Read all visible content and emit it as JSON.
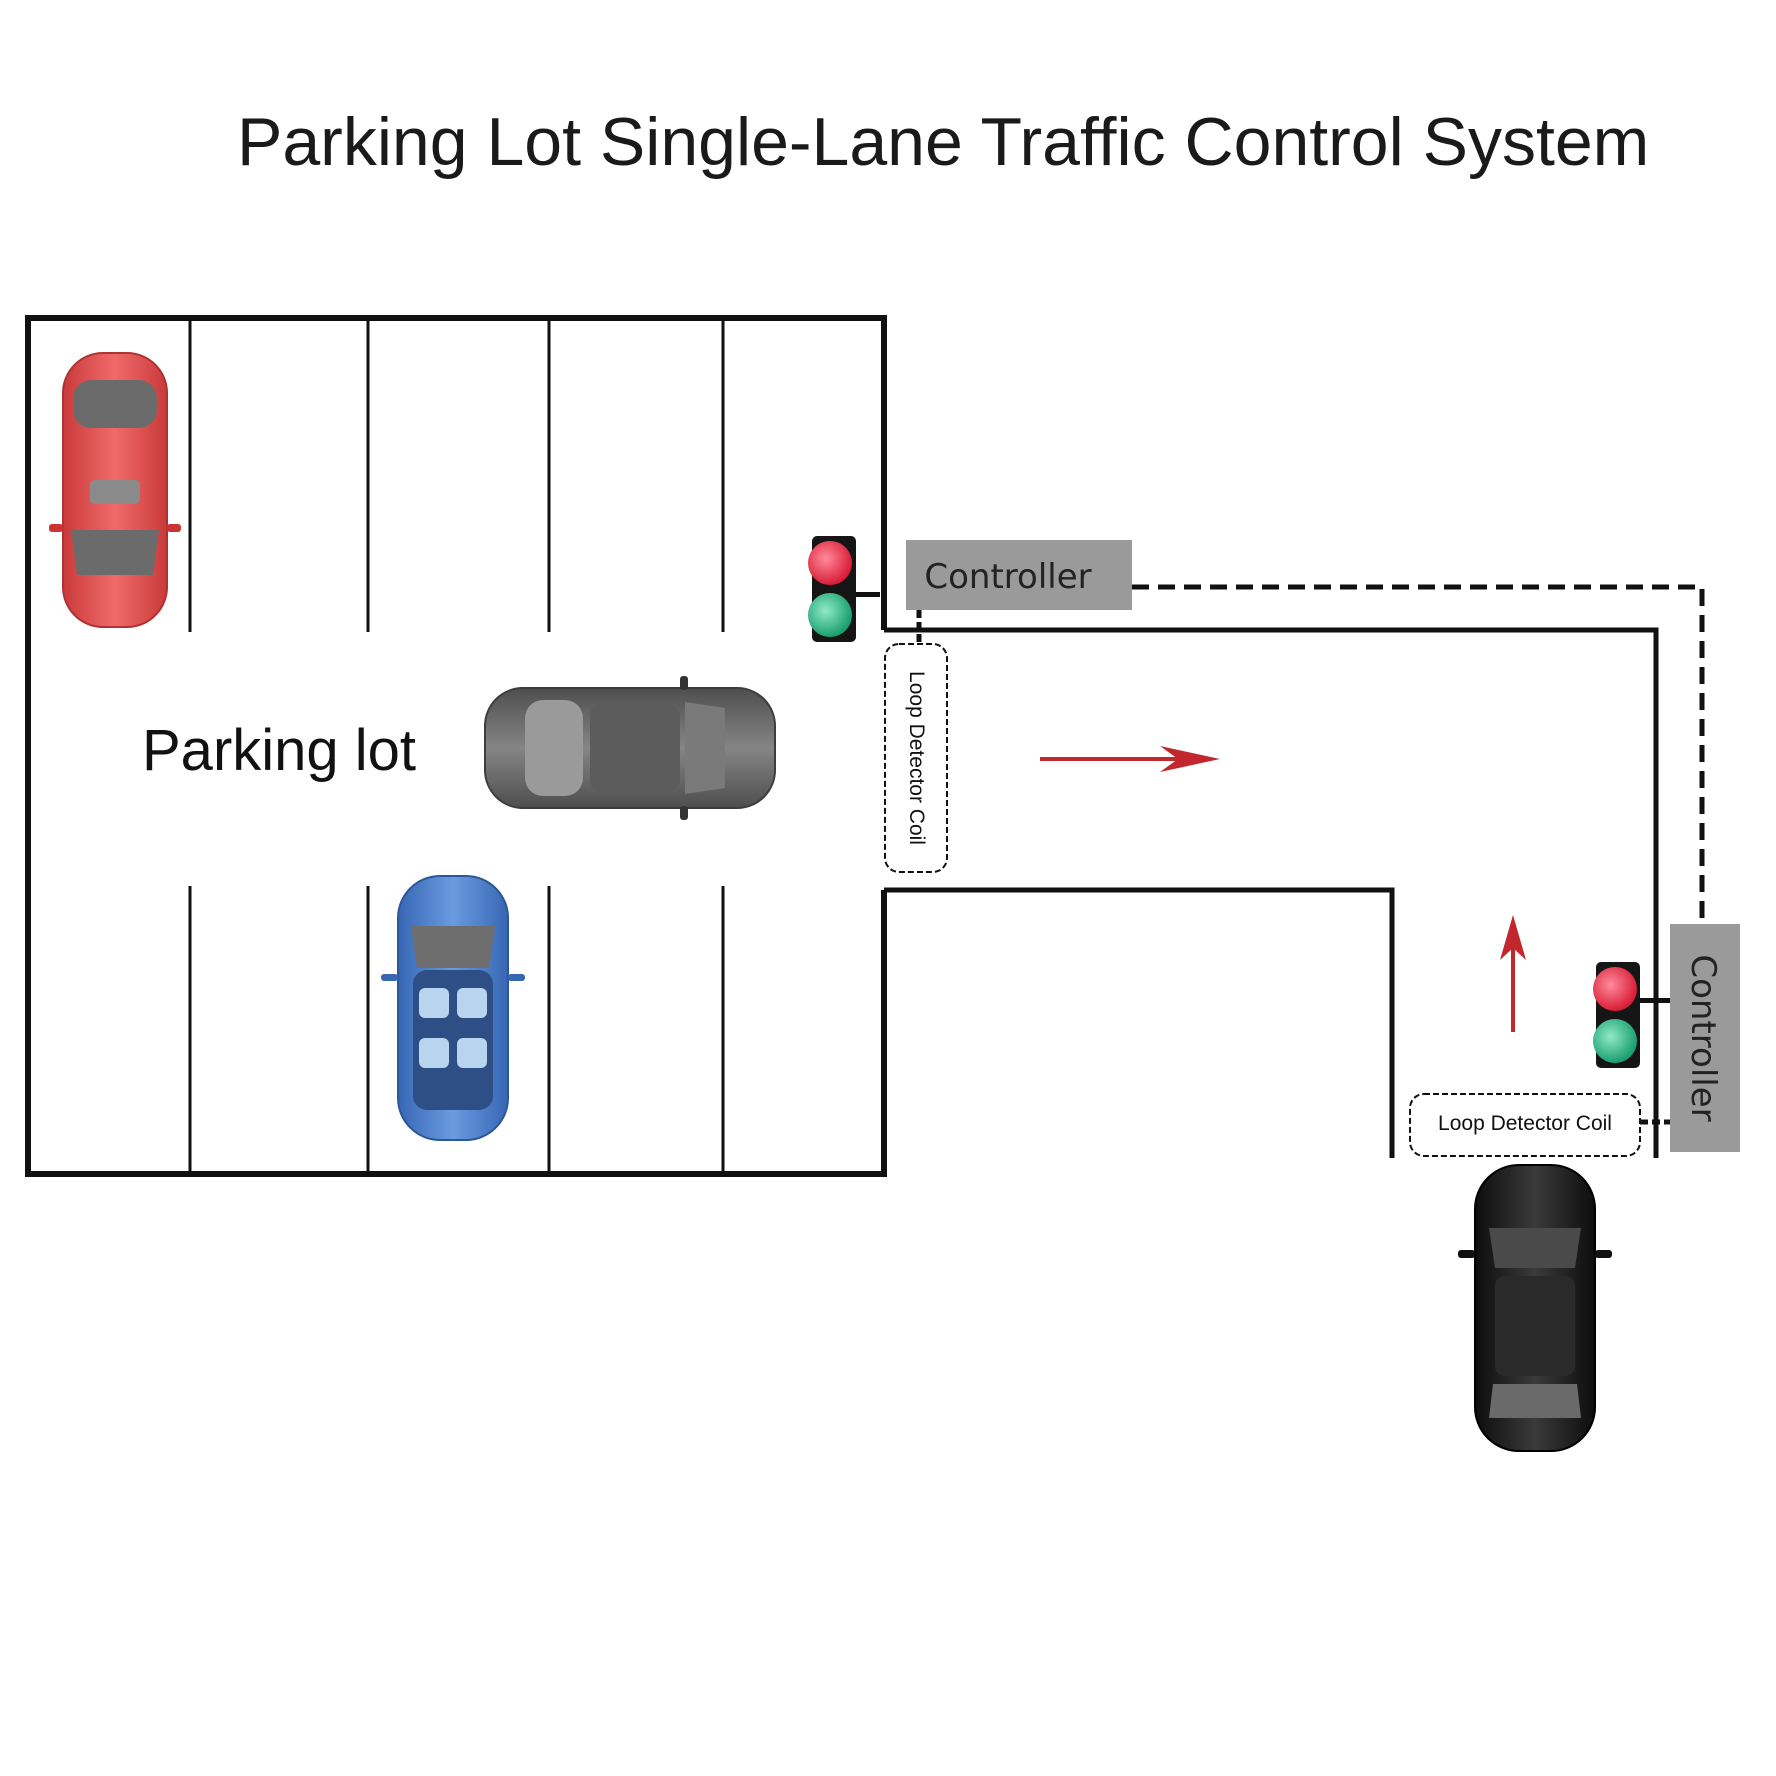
{
  "title": "Parking Lot Single-Lane Traffic Control System",
  "parking_lot": {
    "label": "Parking lot"
  },
  "controller_top": {
    "label": "Controller"
  },
  "controller_right": {
    "label": "Controller"
  },
  "coil_top": {
    "label": "Loop Detector Coil"
  },
  "coil_bottom": {
    "label": "Loop Detector Coil"
  },
  "colors": {
    "red_light": "#e8334a",
    "green_light": "#2fb98a",
    "controller_fill": "#9a9a9a",
    "arrow": "#c1272d",
    "car_red": "#e25a5a",
    "car_gray": "#6e6e6e",
    "car_blue": "#4a7fcf",
    "car_black": "#1c1c1c"
  },
  "icons": {
    "traffic_light": "traffic-light-icon",
    "car": "car-icon",
    "arrow_right": "arrow-right-icon",
    "arrow_up": "arrow-up-icon"
  }
}
